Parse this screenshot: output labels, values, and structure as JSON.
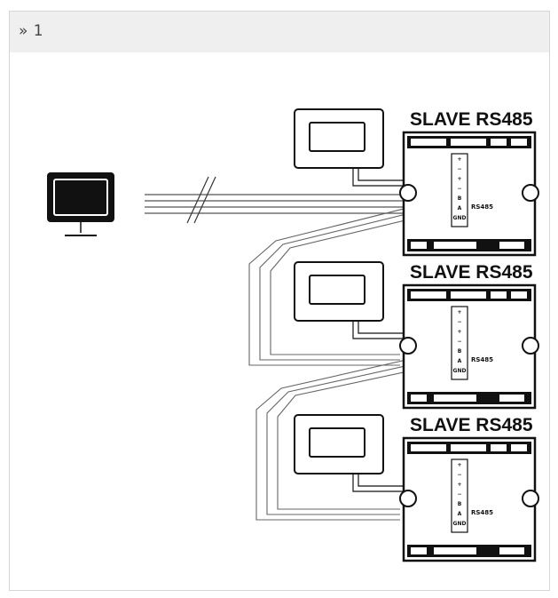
{
  "header": {
    "step": "» 1"
  },
  "devices": [
    {
      "label": "SLAVE RS485",
      "port_label": "RS485",
      "pins": [
        "+",
        "−",
        "+",
        "−",
        "B",
        "A",
        "GND"
      ]
    },
    {
      "label": "SLAVE RS485",
      "port_label": "RS485",
      "pins": [
        "+",
        "−",
        "+",
        "−",
        "B",
        "A",
        "GND"
      ]
    },
    {
      "label": "SLAVE RS485",
      "port_label": "RS485",
      "pins": [
        "+",
        "−",
        "+",
        "−",
        "B",
        "A",
        "GND"
      ]
    }
  ],
  "icons": {
    "master": "computer-monitor-icon",
    "panel": "display-panel-icon"
  },
  "colors": {
    "wire": "#555555",
    "stroke": "#111111",
    "header_bg": "#efefef"
  }
}
